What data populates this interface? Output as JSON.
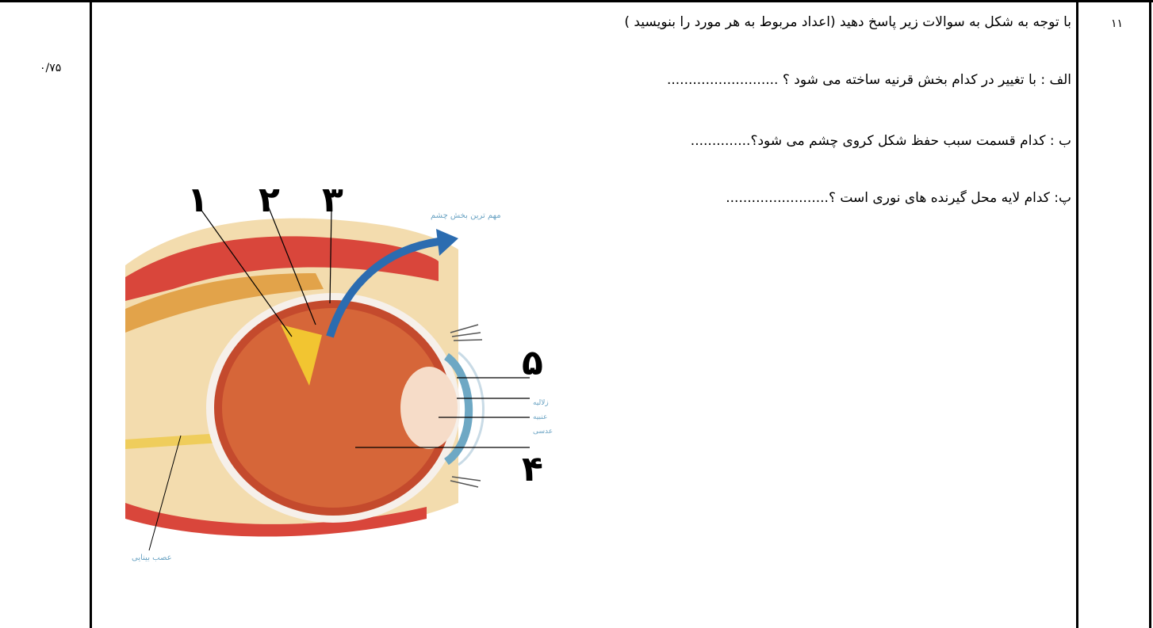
{
  "question": {
    "number": "۱۱",
    "score": "۰/۷۵",
    "intro": "با توجه به شکل به سوالات زیر پاسخ دهید (اعداد مربوط به هر مورد را بنویسید )",
    "items": [
      "الف : با تغییر در کدام بخش قرنیه ساخته می شود ؟ ..........................",
      "ب : کدام قسمت سبب حفظ شکل کروی چشم می شود؟..............",
      "پ: کدام لایه محل گیرنده های نوری است ؟........................"
    ]
  },
  "figure": {
    "callouts": [
      "۱",
      "۲",
      "۳",
      "۴",
      "۵"
    ],
    "arrow_caption": "مهم ترین بخش چشم",
    "nerve_caption": "عصب بینایی",
    "side_labels": [
      "زلالیه",
      "عنبیه",
      "عدسی"
    ]
  }
}
